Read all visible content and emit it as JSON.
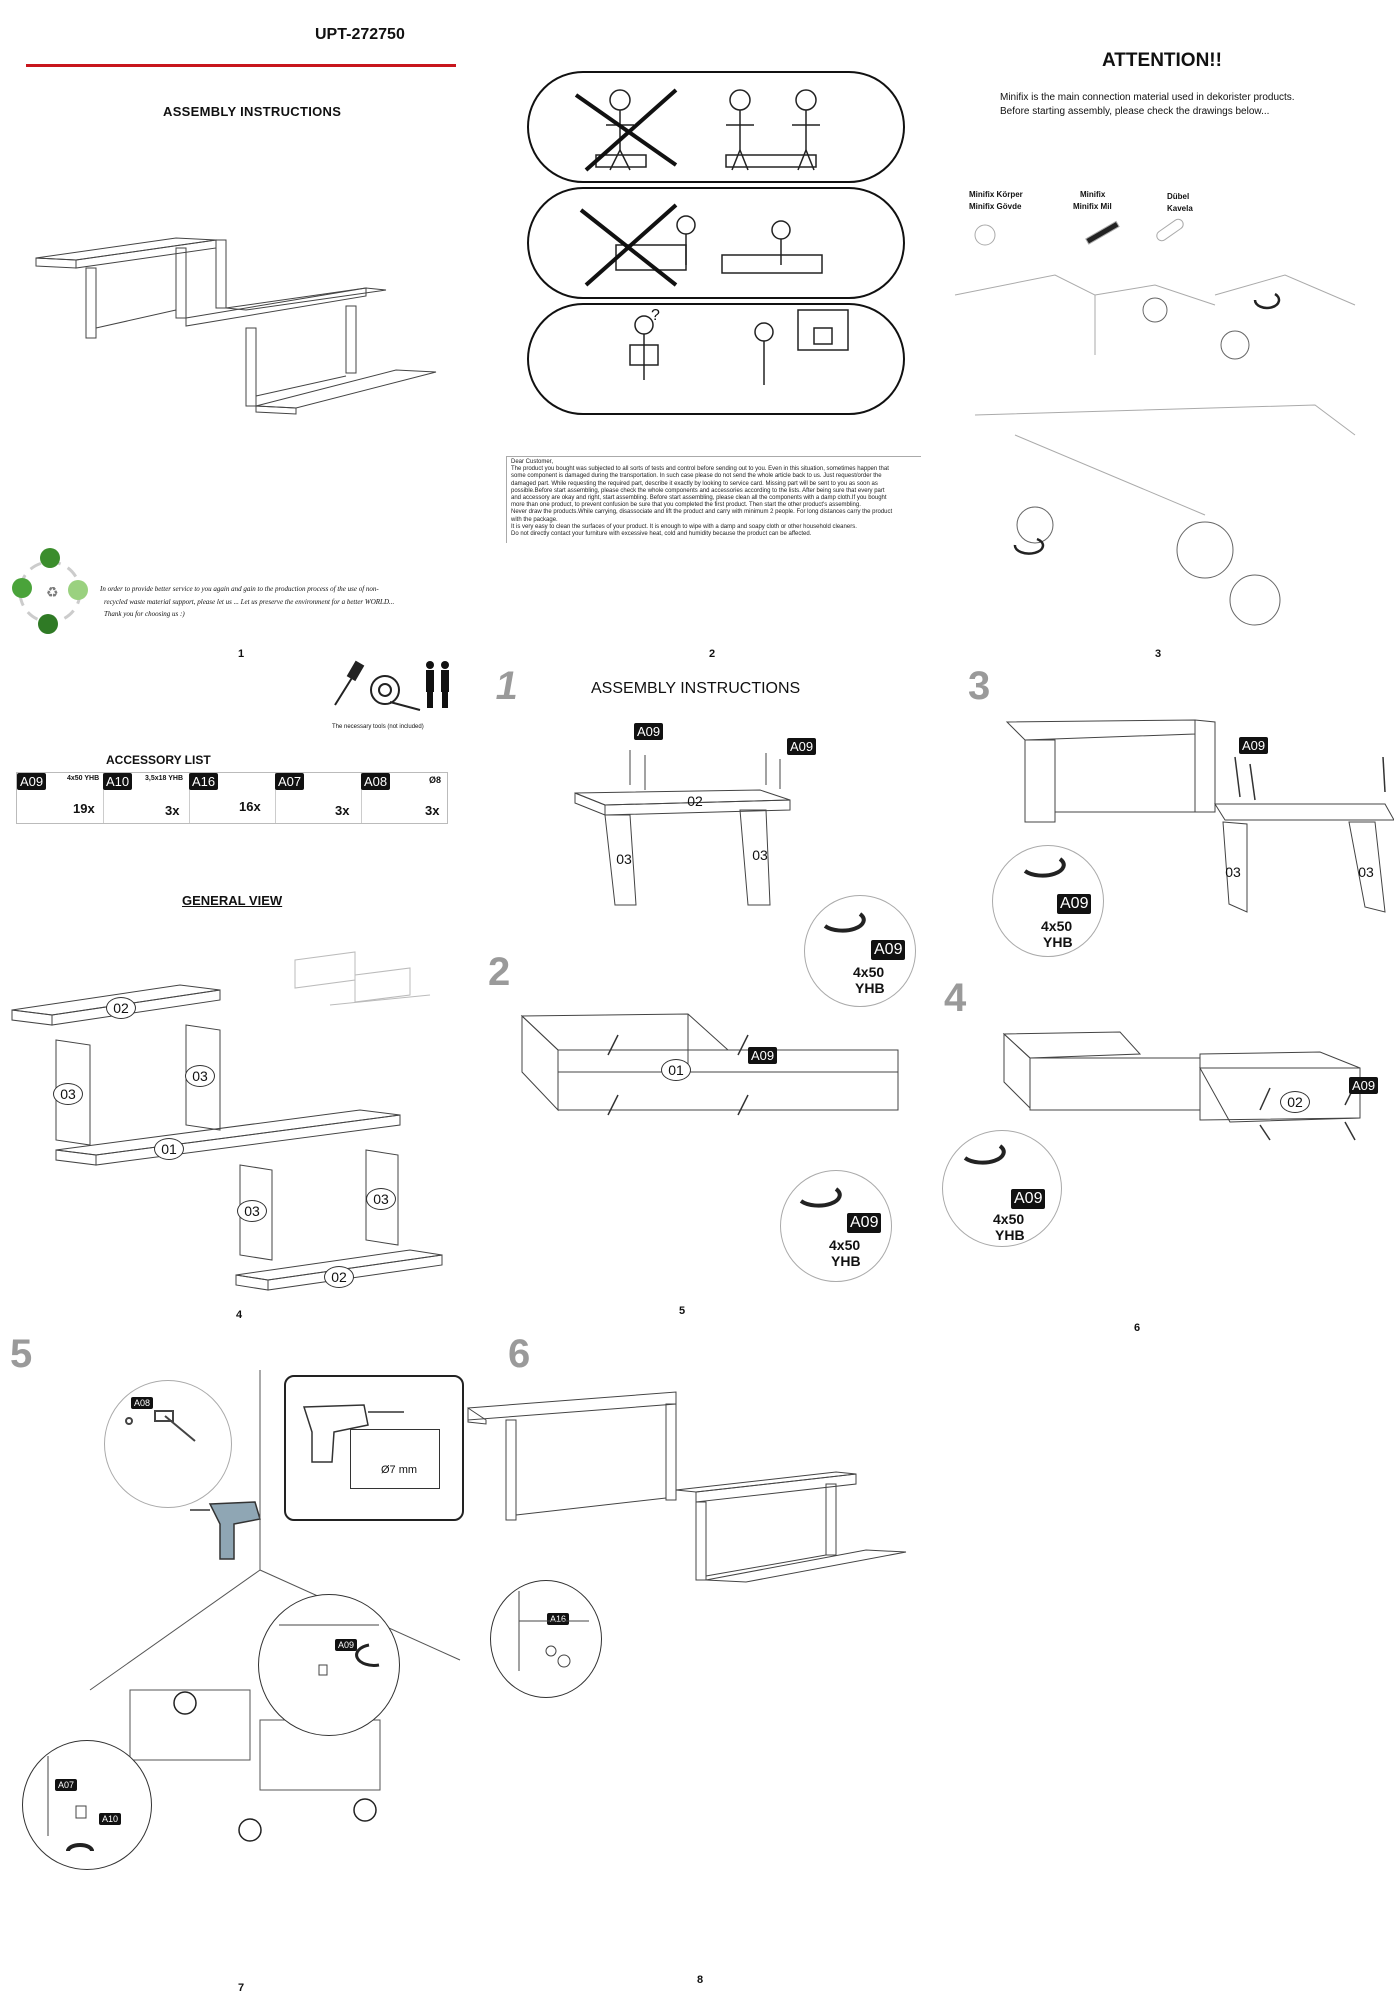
{
  "page1": {
    "product_code": "UPT-272750",
    "title": "ASSEMBLY INSTRUCTIONS",
    "eco_text_1": "In order to provide better service to you again and gain to the production process of the use of non-",
    "eco_text_2": "recycled waste material support, please let us ... Let us preserve the environment for a better WORLD...",
    "eco_text_3": "Thank you for choosing us :)",
    "page_number": "1"
  },
  "page2": {
    "dear": "Dear Customer,",
    "letter_lines": [
      "The product you bought was subjected to all sorts of tests and control before sending out to you. Even in this situation, sometimes happen that",
      "some component is damaged during the transportation. In such case please do not send the whole article back to us. Just request/order the",
      "damaged part. While requesting the required part, describe it exactly by looking to service card. Missing part will be sent to you as soon as",
      "possible.Before start assembling, please check the whole components and accessories according to the lists. After being sure that every part",
      "and accessory are okay and right, start assembling. Before start assembling, please clean all the components with a damp cloth.If you bought",
      "more than one product, to prevent confusion be sure that you completed the first product. Then start the other product's assembling.",
      "Never draw the products.While carrying, disassociate and lift the product and carry with minimum 2 people. For long distances carry the product",
      "with the package.",
      "It is very easy to clean the surfaces of your product. It is enough to wipe with a damp and soapy cloth or other household cleaners.",
      "Do not directly contact your furniture with excessive heat, cold and humidity because the product can be affected."
    ],
    "page_number": "2"
  },
  "page3": {
    "title": "ATTENTION!!",
    "intro_1": "Minifix is the main connection material used in dekorister products.",
    "intro_2": "Before starting assembly, please check the drawings below...",
    "label_body_1": "Minifix Körper",
    "label_body_2": "Minifix Gövde",
    "label_pin_1": "Minifix",
    "label_pin_2": "Minifix Mil",
    "label_dowel_1": "Dübel",
    "label_dowel_2": "Kavela",
    "page_number": "3"
  },
  "page4": {
    "tools_caption": "The necessary tools (not included)",
    "accessory_title": "ACCESSORY LIST",
    "accessories": [
      {
        "code": "A09",
        "spec": "4x50 YHB",
        "qty": "19x"
      },
      {
        "code": "A10",
        "spec": "3,5x18 YHB",
        "qty": "3x"
      },
      {
        "code": "A16",
        "spec": "",
        "qty": "16x"
      },
      {
        "code": "A07",
        "spec": "",
        "qty": "3x"
      },
      {
        "code": "A08",
        "spec": "Ø8",
        "qty": "3x"
      }
    ],
    "general_view": "GENERAL VIEW",
    "parts": {
      "p02a": "02",
      "p03a": "03",
      "p03b": "03",
      "p01": "01",
      "p03c": "03",
      "p03d": "03",
      "p02b": "02"
    },
    "page_number": "4"
  },
  "page5": {
    "step1": "1",
    "step2": "2",
    "title": "ASSEMBLY INSTRUCTIONS",
    "screw_tag": "A09",
    "screw_spec_1": "4x50",
    "screw_spec_2": "YHB",
    "p02": "02",
    "p03": "03",
    "p01": "01",
    "page_number": "5"
  },
  "page6": {
    "step3": "3",
    "step4": "4",
    "screw_tag": "A09",
    "screw_spec_1": "4x50",
    "screw_spec_2": "YHB",
    "p03": "03",
    "p02": "02",
    "page_number": "6"
  },
  "page7": {
    "step5": "5",
    "tag_a08": "A08",
    "tag_a09": "A09",
    "tag_a07": "A07",
    "tag_a10": "A10",
    "drill_spec": "Ø7 mm",
    "page_number": "7"
  },
  "page8": {
    "step6": "6",
    "tag_a16": "A16",
    "page_number": "8"
  }
}
